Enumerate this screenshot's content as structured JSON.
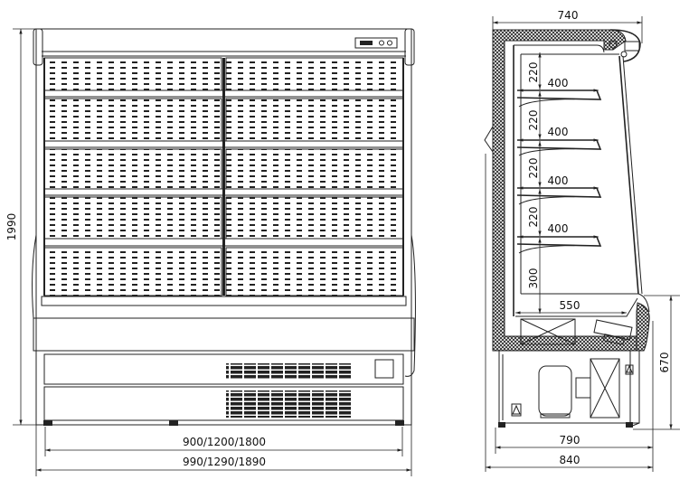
{
  "front_view": {
    "height_label": "1990",
    "inner_width_label": "900/1200/1800",
    "outer_width_label": "990/1290/1890"
  },
  "side_view": {
    "top_depth_label": "740",
    "shelf_gaps": [
      "220",
      "220",
      "220",
      "220"
    ],
    "shelf_depths": [
      "400",
      "400",
      "400",
      "400"
    ],
    "bottom_gap_label": "300",
    "base_depth_label": "550",
    "base_height_label": "670",
    "foot_width_label": "790",
    "overall_depth_label": "840"
  }
}
